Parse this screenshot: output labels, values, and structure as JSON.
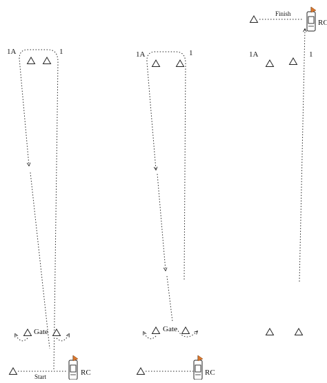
{
  "labels": {
    "mark_1a": "1A",
    "mark_1": "1",
    "gate": "Gate",
    "start": "Start",
    "finish": "Finish",
    "rc": "RC"
  },
  "colors": {
    "line": "#222222",
    "flag": "#d9772e",
    "boat": "#ffffff"
  },
  "icons": [
    "mark-triangle-icon",
    "rc-boat-icon",
    "arrow-icon"
  ]
}
